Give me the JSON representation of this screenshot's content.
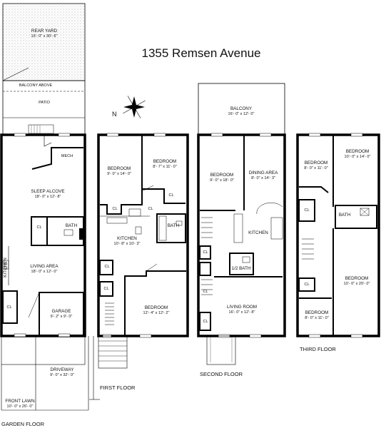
{
  "title": "1355 Remsen Avenue",
  "compass_label": "N",
  "floors": {
    "garden": {
      "label": "GARDEN FLOOR",
      "rooms": [
        {
          "key": "rear_yard",
          "name": "REAR YARD",
          "dims": "16'- 0\" x 30'- 6\""
        },
        {
          "key": "balcony_above",
          "name": "BALCONY ABOVE",
          "dims": ""
        },
        {
          "key": "patio",
          "name": "PATIO",
          "dims": ""
        },
        {
          "key": "mech",
          "name": "MECH",
          "dims": ""
        },
        {
          "key": "sleep_alcove",
          "name": "SLEEP ALCOVE",
          "dims": "18'- 0\" x 12'- 8\""
        },
        {
          "key": "cl1",
          "name": "CL",
          "dims": ""
        },
        {
          "key": "bath",
          "name": "BATH",
          "dims": ""
        },
        {
          "key": "kitchen",
          "name": "KITCHEN",
          "dims": ""
        },
        {
          "key": "living_area",
          "name": "LIVING AREA",
          "dims": "18'- 0\" x 12'- 0\""
        },
        {
          "key": "cl2",
          "name": "CL",
          "dims": ""
        },
        {
          "key": "garage",
          "name": "GARAGE",
          "dims": "9'- 2\" x 9'- 0\""
        },
        {
          "key": "driveway",
          "name": "DRIVEWAY",
          "dims": "9'- 0\" x 32'- 0\""
        },
        {
          "key": "front_lawn",
          "name": "FRONT LAWN",
          "dims": "10'- 0\" x 26'- 0\""
        }
      ]
    },
    "first": {
      "label": "FIRST FLOOR",
      "rooms": [
        {
          "key": "bedroom1",
          "name": "BEDROOM",
          "dims": "9'- 0\" x 14'- 0\""
        },
        {
          "key": "bedroom2",
          "name": "BEDROOM",
          "dims": "8'- 7\" x 11'- 0\""
        },
        {
          "key": "cl1",
          "name": "CL",
          "dims": ""
        },
        {
          "key": "cl2",
          "name": "CL",
          "dims": ""
        },
        {
          "key": "cl3",
          "name": "CL",
          "dims": ""
        },
        {
          "key": "bath",
          "name": "BATH",
          "dims": ""
        },
        {
          "key": "kitchen",
          "name": "KITCHEN",
          "dims": "10'- 8\" x 10'- 3\""
        },
        {
          "key": "cl4",
          "name": "CL",
          "dims": ""
        },
        {
          "key": "cl5",
          "name": "CL",
          "dims": ""
        },
        {
          "key": "bedroom3",
          "name": "BEDROOM",
          "dims": "12'- 4\" x 12'- 2\""
        }
      ]
    },
    "second": {
      "label": "SECOND  FLOOR",
      "rooms": [
        {
          "key": "balcony",
          "name": "BALCONY",
          "dims": "16'- 0\" x 12'- 0\""
        },
        {
          "key": "bedroom",
          "name": "BEDROOM",
          "dims": "9'- 0\" x 18'- 0\""
        },
        {
          "key": "dining",
          "name": "DINING AREA",
          "dims": "8'- 0\" x 14'- 3\""
        },
        {
          "key": "kitchen",
          "name": "KITCHEN",
          "dims": ""
        },
        {
          "key": "cl1",
          "name": "CL",
          "dims": ""
        },
        {
          "key": "cl2",
          "name": "CL",
          "dims": ""
        },
        {
          "key": "half_bath",
          "name": "1/2 BATH",
          "dims": ""
        },
        {
          "key": "living",
          "name": "LIVING ROOM",
          "dims": "16'- 0\" x 12'- 8\""
        },
        {
          "key": "cl3",
          "name": "CL",
          "dims": ""
        }
      ]
    },
    "third": {
      "label": "THIRD  FLOOR",
      "rooms": [
        {
          "key": "bedroom1",
          "name": "BEDROOM",
          "dims": "8'- 0\" x 11'- 0\""
        },
        {
          "key": "bedroom2",
          "name": "BEDROOM",
          "dims": "10'- 0\" x 14'- 0\""
        },
        {
          "key": "cl1",
          "name": "CL",
          "dims": ""
        },
        {
          "key": "bath",
          "name": "BATH",
          "dims": ""
        },
        {
          "key": "bedroom3",
          "name": "BEDROOM",
          "dims": "10'- 0\" x 20'- 0\""
        },
        {
          "key": "cl2",
          "name": "CL",
          "dims": ""
        },
        {
          "key": "bedroom4",
          "name": "BEDROOM",
          "dims": "8'- 0\" x 11'- 0\""
        }
      ]
    }
  }
}
